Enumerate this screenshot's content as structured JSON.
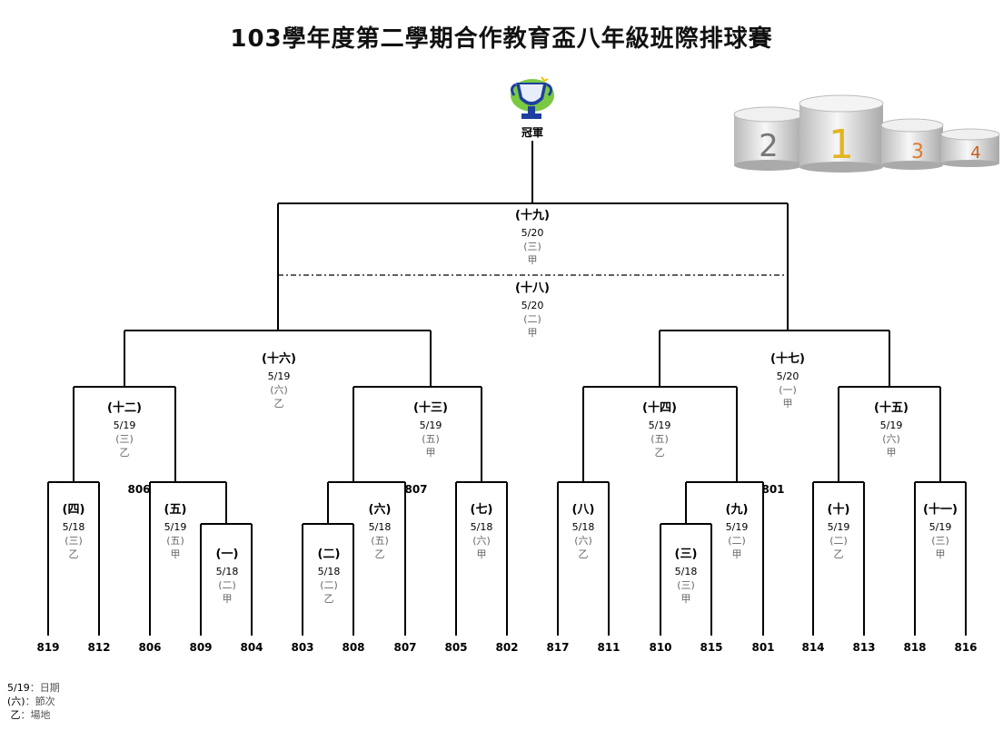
{
  "title": "103學年度第二學期合作教育盃八年級班際排球賽",
  "champion_label": "冠軍",
  "podium": [
    "2",
    "1",
    "3",
    "4"
  ],
  "legend": [
    {
      "key": "5/19",
      "value": "：日期"
    },
    {
      "key": "(六)",
      "value": "：節次"
    },
    {
      "key": "乙",
      "value": "：場地"
    }
  ],
  "teams": [
    "819",
    "812",
    "806",
    "809",
    "804",
    "803",
    "808",
    "807",
    "805",
    "802",
    "817",
    "811",
    "810",
    "815",
    "801",
    "814",
    "813",
    "818",
    "816"
  ],
  "seed_labels": [
    "806",
    "807",
    "801"
  ],
  "matches": [
    {
      "label": "(一)",
      "date": "5/18",
      "period": "(二)",
      "court": "甲"
    },
    {
      "label": "(二)",
      "date": "5/18",
      "period": "(二)",
      "court": "乙"
    },
    {
      "label": "(三)",
      "date": "5/18",
      "period": "(三)",
      "court": "甲"
    },
    {
      "label": "(四)",
      "date": "5/18",
      "period": "(三)",
      "court": "乙"
    },
    {
      "label": "(五)",
      "date": "5/19",
      "period": "(五)",
      "court": "甲"
    },
    {
      "label": "(六)",
      "date": "5/18",
      "period": "(五)",
      "court": "乙"
    },
    {
      "label": "(七)",
      "date": "5/18",
      "period": "(六)",
      "court": "甲"
    },
    {
      "label": "(八)",
      "date": "5/18",
      "period": "(六)",
      "court": "乙"
    },
    {
      "label": "(九)",
      "date": "5/19",
      "period": "(二)",
      "court": "甲"
    },
    {
      "label": "(十)",
      "date": "5/19",
      "period": "(二)",
      "court": "乙"
    },
    {
      "label": "(十一)",
      "date": "5/19",
      "period": "(三)",
      "court": "甲"
    },
    {
      "label": "(十二)",
      "date": "5/19",
      "period": "(三)",
      "court": "乙"
    },
    {
      "label": "(十三)",
      "date": "5/19",
      "period": "(五)",
      "court": "甲"
    },
    {
      "label": "(十四)",
      "date": "5/19",
      "period": "(五)",
      "court": "乙"
    },
    {
      "label": "(十五)",
      "date": "5/19",
      "period": "(六)",
      "court": "甲"
    },
    {
      "label": "(十六)",
      "date": "5/19",
      "period": "(六)",
      "court": "乙"
    },
    {
      "label": "(十七)",
      "date": "5/20",
      "period": "(一)",
      "court": "甲"
    },
    {
      "label": "(十八)",
      "date": "5/20",
      "period": "(二)",
      "court": "甲"
    },
    {
      "label": "(十九)",
      "date": "5/20",
      "period": "(三)",
      "court": "甲"
    }
  ]
}
